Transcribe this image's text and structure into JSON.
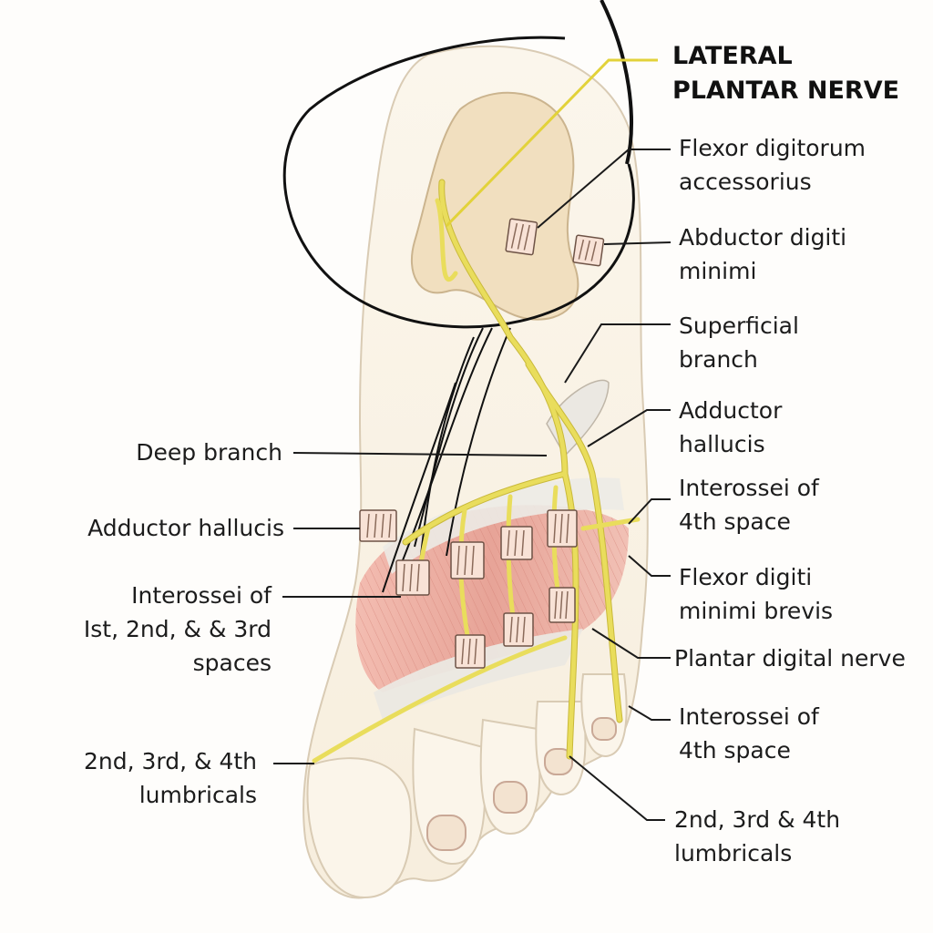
{
  "labels": {
    "lateral_plantar_nerve": "LATERAL\nPLANTAR NERVE",
    "flexor_digitorum_accessorius": "Flexor digitorum\naccessorius",
    "abductor_digiti_minimi": "Abductor digiti\nminimi",
    "superficial_branch": "Superficial\nbranch",
    "adductor_hallucis_right": "Adductor\nhallucis",
    "interossei_4th_upper": "Interossei of\n4th space",
    "flexor_digiti_minimi_brevis": "Flexor digiti\nminimi brevis",
    "plantar_digital_nerve": "Plantar digital nerve",
    "interossei_4th_lower": "Interossei of\n4th space",
    "lumbricals_right": "2nd, 3rd & 4th\nlumbricals",
    "deep_branch": "Deep branch",
    "adductor_hallucis_left": "Adductor hallucis",
    "interossei_1st_3rd": "Interossei of\nIst, 2nd, & & 3rd\nspaces",
    "lumbricals_left": "2nd, 3rd, & 4th\nlumbricals"
  },
  "colors": {
    "nerve": "#e9dd5c",
    "nerve_outline": "#c9b93a",
    "skin": "#faf3e6",
    "skin_outline": "#d9cbb4",
    "bone": "#f1dfbf",
    "muscle": "#e79c91",
    "leader": "#1a1a1a",
    "title_leader": "#e2d23a"
  }
}
